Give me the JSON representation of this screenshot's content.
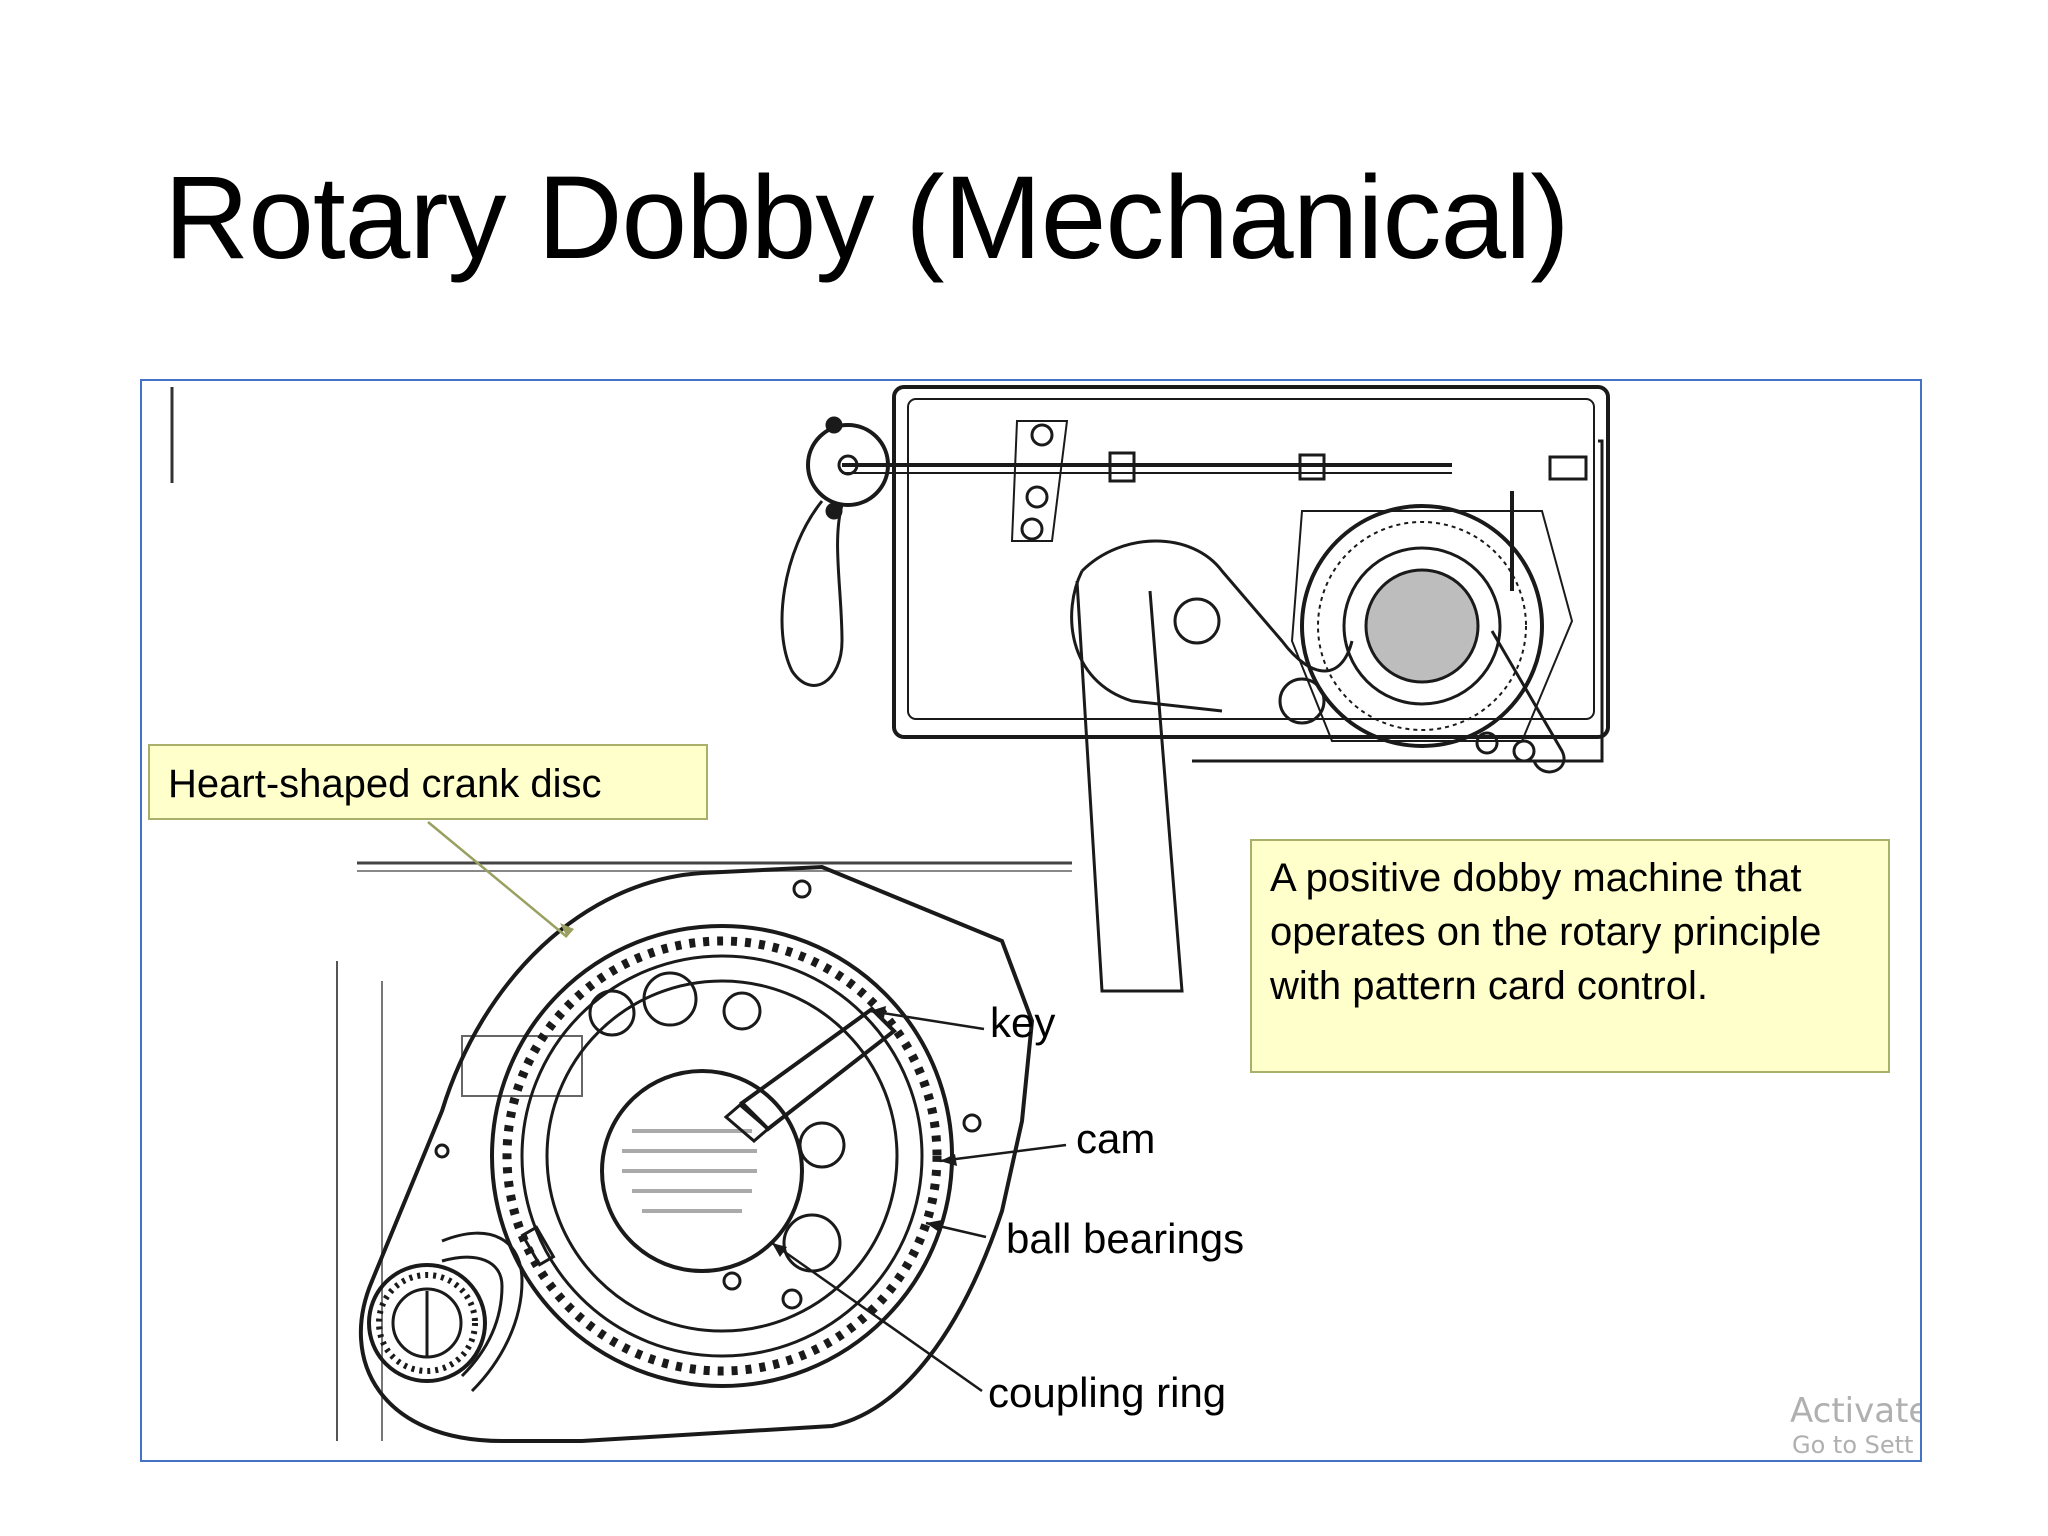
{
  "slide": {
    "title": "Rotary Dobby (Mechanical)"
  },
  "diagram": {
    "callouts": {
      "heart_shaped_disc": "Heart-shaped crank disc",
      "description": "A positive dobby machine that operates on the rotary principle with pattern card control."
    },
    "part_labels": {
      "key": "key",
      "cam": "cam",
      "ball_bearings": "ball bearings",
      "coupling_ring": "coupling ring"
    }
  },
  "watermark": {
    "line1": "Activate",
    "line2": "Go to Sett"
  },
  "colors": {
    "frame_border": "#4472c4",
    "callout_fill": "#ffffcc",
    "callout_border": "#a9b06a",
    "leader_line": "#9aa060"
  }
}
